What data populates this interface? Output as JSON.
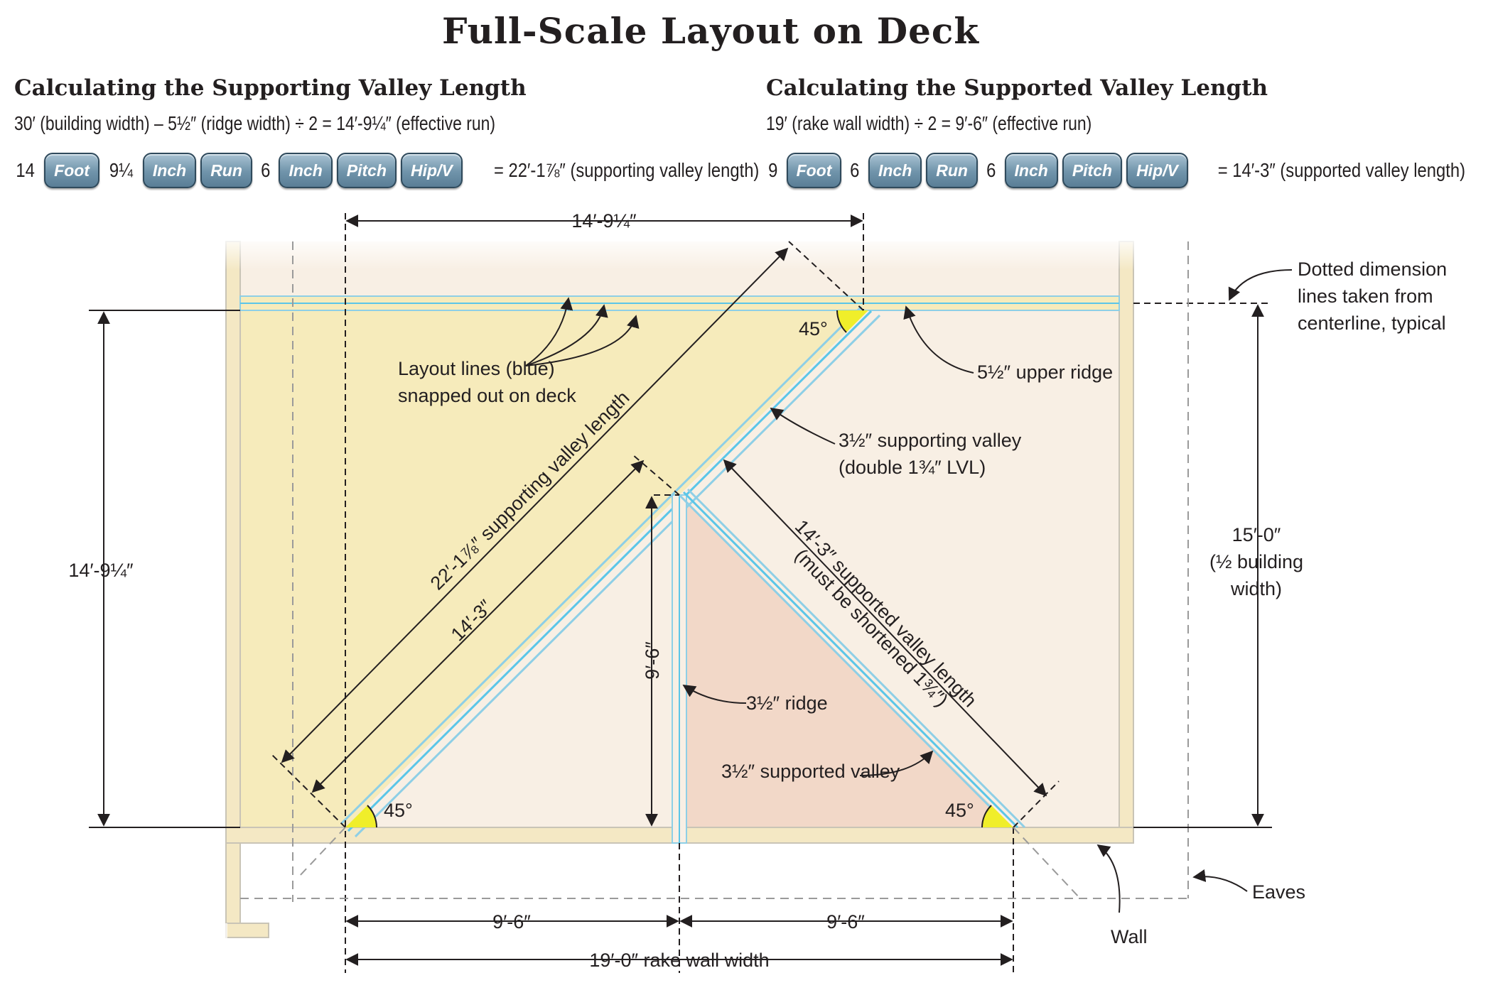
{
  "title": "Full-Scale Layout on Deck",
  "left_section": {
    "heading": "Calculating the Supporting Valley Length",
    "formula": "30′ (building width) – 5½″ (ridge width) ÷ 2 = 14′-9¼″ (effective run)",
    "calc_values": [
      "14",
      "9¼",
      "6"
    ],
    "calc_keys": [
      "Foot",
      "Inch",
      "Run",
      "Inch",
      "Pitch",
      "Hip/V"
    ],
    "result": "= 22′-1⅞″ (supporting valley length)"
  },
  "right_section": {
    "heading": "Calculating the Supported Valley Length",
    "formula": "19′ (rake wall width) ÷ 2 = 9′-6″ (effective run)",
    "calc_values": [
      "9",
      "6",
      "6"
    ],
    "calc_keys": [
      "Foot",
      "Inch",
      "Run",
      "Inch",
      "Pitch",
      "Hip/V"
    ],
    "result": "= 14′-3″ (supported valley length)"
  },
  "labels": {
    "top_dim": "14′-9¼″",
    "left_dim": "14′-9¼″",
    "right_dim_1": "15′-0″",
    "right_dim_2": "(½ building",
    "right_dim_3": "width)",
    "layout_lines_1": "Layout lines (blue)",
    "layout_lines_2": "snapped out on deck",
    "upper_ridge": "5½″ upper ridge",
    "supporting_valley_1": "3½″ supporting valley",
    "supporting_valley_2": "(double 1¾″ LVL)",
    "supporting_len": "22′-1⅞″ supporting valley length",
    "len_14_3": "14′-3″",
    "supported_len_1": "14′-3″ supported valley length",
    "supported_len_2": "(must be shortened 1¾″)",
    "ridge": "3½″ ridge",
    "supported_valley": "3½″ supported valley",
    "vert_dim": "9′-6″",
    "bottom_left": "9′-6″",
    "bottom_right": "9′-6″",
    "rake_wall": "19′-0″ rake wall width",
    "angle": "45°",
    "dotted_1": "Dotted dimension",
    "dotted_2": "lines taken from",
    "dotted_3": "centerline, typical",
    "eaves": "Eaves",
    "wall": "Wall"
  }
}
